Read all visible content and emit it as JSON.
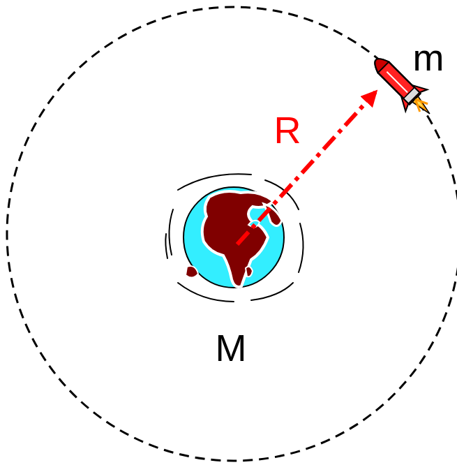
{
  "diagram": {
    "labels": [
      "m",
      "R",
      "M"
    ]
  }
}
